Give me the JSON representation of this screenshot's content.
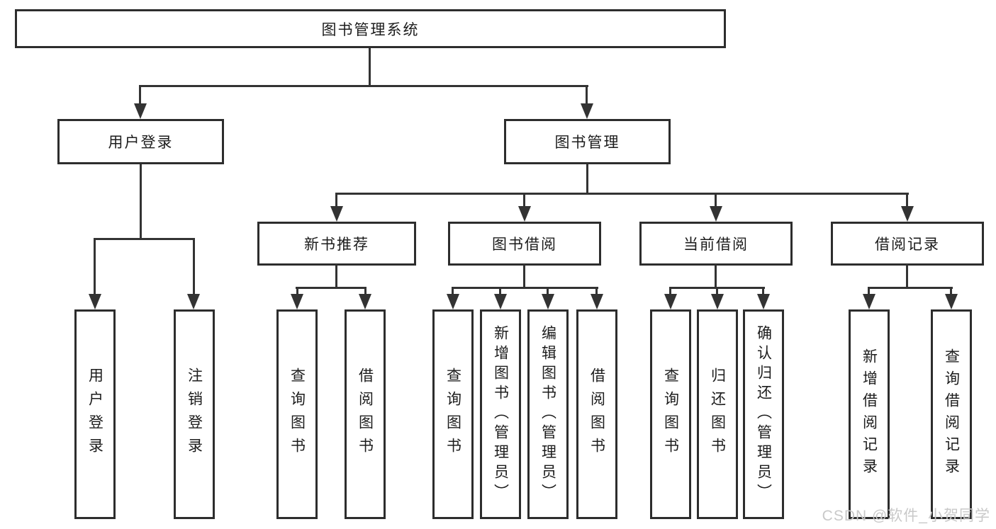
{
  "root": {
    "label": "图书管理系统"
  },
  "level2": [
    {
      "label": "用户登录",
      "children": [
        {
          "label": "用户登录"
        },
        {
          "label": "注销登录"
        }
      ]
    },
    {
      "label": "图书管理"
    }
  ],
  "sections": [
    {
      "label": "新书推荐",
      "children": [
        {
          "label": "查询图书"
        },
        {
          "label": "借阅图书"
        }
      ]
    },
    {
      "label": "图书借阅",
      "children": [
        {
          "label": "查询图书"
        },
        {
          "label": "新增图书（管理员）"
        },
        {
          "label": "编辑图书（管理员）"
        },
        {
          "label": "借阅图书"
        }
      ]
    },
    {
      "label": "当前借阅",
      "children": [
        {
          "label": "查询图书"
        },
        {
          "label": "归还图书"
        },
        {
          "label": "确认归还（管理员）"
        }
      ]
    },
    {
      "label": "借阅记录",
      "children": [
        {
          "label": "新增借阅记录"
        },
        {
          "label": "查询借阅记录"
        }
      ]
    }
  ],
  "watermark": {
    "text": "CSDN @软件_小贺同学"
  },
  "colors": {
    "line": "#333333",
    "border": "#2d2d2d",
    "text": "#1c1c1c",
    "watermark": "#c9c9c9",
    "background": "#ffffff"
  }
}
